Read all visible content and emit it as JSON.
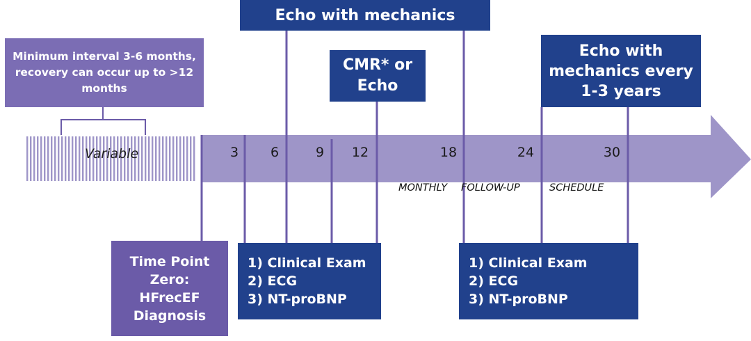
{
  "echo_mechanics_title": "Echo with mechanics",
  "cmr_box": "CMR* or\nEcho",
  "echo_years_box": "Echo with\nmechanics every\n1-3 years",
  "min_interval_box": "Minimum interval 3-6 months,\nrecovery can occur up to >12\nmonths",
  "variable_label": "Variable",
  "time_zero_box": "Time Point\nZero:\nHFrecEF\nDiagnosis",
  "ticks": [
    "3",
    "6",
    "9",
    "12",
    "18",
    "24",
    "30"
  ],
  "schedule_words": [
    "MONTHLY",
    "FOLLOW-UP",
    "SCHEDULE"
  ],
  "exam_items_1": [
    "1) Clinical Exam",
    "2) ECG",
    "3) NT-proBNP"
  ],
  "exam_items_2": [
    "1) Clinical Exam",
    "2) ECG",
    "3) NT-proBNP"
  ],
  "colors": {
    "navy": "#21418c",
    "purple": "#6b5ba8",
    "arrow": "#9e95c8",
    "line": "#6b5ba8"
  }
}
